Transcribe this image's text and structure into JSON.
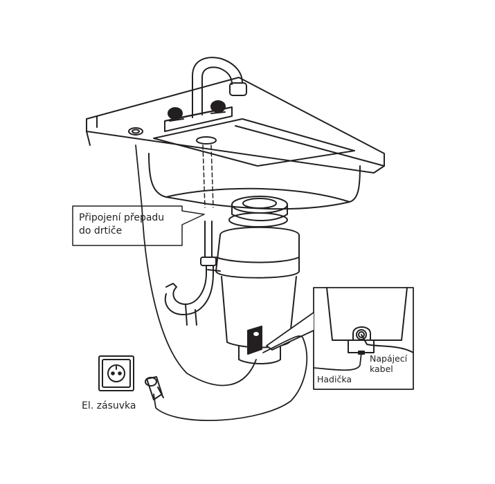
{
  "labels": {
    "overflow_connection_line1": "Připojení přepadu",
    "overflow_connection_line2": "do drtiče",
    "socket": "El. zásuvka",
    "hose": "Hadička",
    "power_cable_line1": "Napájecí",
    "power_cable_line2": "kabel"
  },
  "colors": {
    "line": "#231f20",
    "background": "#ffffff"
  }
}
